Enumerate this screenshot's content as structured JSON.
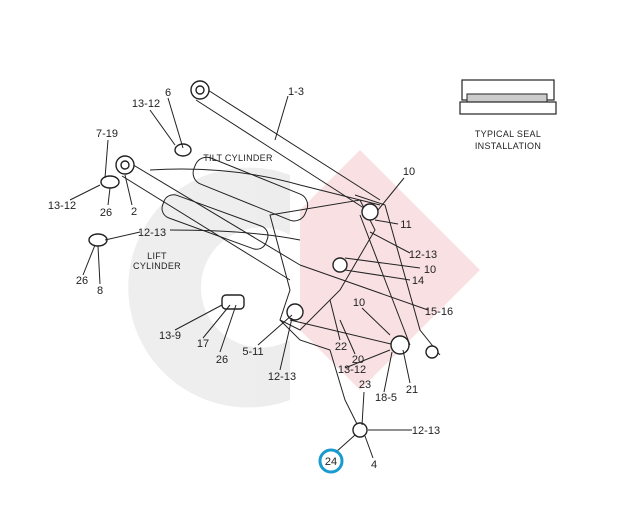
{
  "diagram": {
    "labels": {
      "l6": "6",
      "l1_3": "1-3",
      "l13_12a": "13-12",
      "l7_19": "7-19",
      "tilt": "TILT CYLINDER",
      "l13_12b": "13-12",
      "l26a": "26",
      "l2": "2",
      "l12_13a": "12-13",
      "lift1": "LIFT",
      "lift2": "CYLINDER",
      "l26b": "26",
      "l8": "8",
      "l10a": "10",
      "l11": "11",
      "l12_13b": "12-13",
      "l10b": "10",
      "l14": "14",
      "l15_16": "15-16",
      "l10c": "10",
      "l22": "22",
      "l20": "20",
      "l13_12c": "13-12",
      "l5_11": "5-11",
      "l13_9": "13-9",
      "l17": "17",
      "l26c": "26",
      "l12_13c": "12-13",
      "l23": "23",
      "l21": "21",
      "l18_5": "18-5",
      "l12_13d": "12-13",
      "l24": "24",
      "l4": "4"
    },
    "seal": {
      "line1": "TYPICAL SEAL",
      "line2": "INSTALLATION"
    },
    "highlight_color": "#1a9bd0"
  }
}
